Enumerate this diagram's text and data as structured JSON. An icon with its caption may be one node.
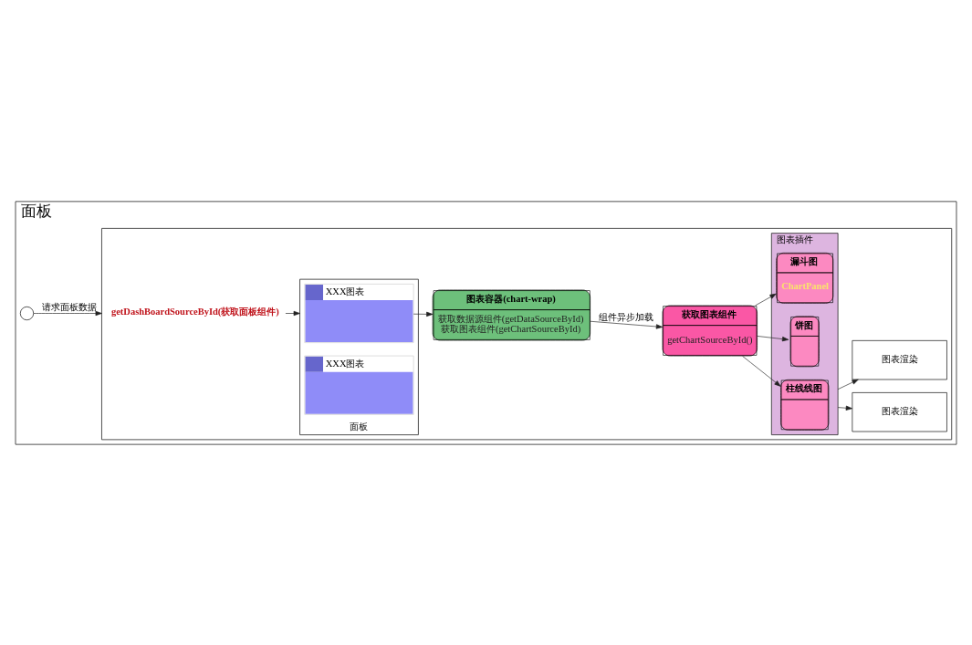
{
  "diagram": {
    "nodes": [
      {
        "text": [
          "面板"
        ]
      },
      {
        "text": [],
        "shape": "box",
        "in": 0
      },
      {
        "text": [],
        "shape": "person",
        "in": 0
      },
      {
        "text": [
          "getDashBoardSourceById(获取面板组件)"
        ],
        "in": 1
      },
      {
        "text": [
          "面板"
        ],
        "in": 1
      },
      {
        "text": [
          "XXX图表"
        ],
        "in": 4
      },
      {
        "text": [
          "XXX图表"
        ],
        "in": 4
      },
      {
        "text": [
          "图表容器(chart-wrap)",
          "获取数据源组件(getDataSourceById) 获取图表组件(getChartSourceById)"
        ],
        "in": 1
      },
      {
        "text": [
          "获取图表组件",
          "getChartSourceById()"
        ],
        "in": 1
      },
      {
        "text": [
          "图表插件"
        ],
        "in": 1
      },
      {
        "text": [
          "柱线线图"
        ],
        "in": 9
      },
      {
        "text": [
          "饼图"
        ],
        "in": 9
      },
      {
        "text": [
          "漏斗图",
          "ChartPanel"
        ],
        "in": 9
      },
      {
        "text": [
          "图表渲染"
        ],
        "in": 1
      },
      {
        "text": [
          "图表渲染"
        ],
        "in": 1
      }
    ],
    "edges": [
      {
        "from": 2,
        "to": 1,
        "arrow": "to",
        "label": "请求面板数据"
      },
      {
        "from": 3,
        "to": 4,
        "arrow": "to"
      },
      {
        "from": 5,
        "to": 7,
        "arrow": "to"
      },
      {
        "from": 7,
        "to": 8,
        "arrow": "to",
        "label": "组件异步加载"
      },
      {
        "from": 8,
        "to": 10,
        "arrow": "to"
      },
      {
        "from": 8,
        "to": 11,
        "arrow": "to"
      },
      {
        "from": 8,
        "to": 12,
        "arrow": "to"
      },
      {
        "from": 9,
        "to": 13,
        "arrow": "to"
      },
      {
        "from": 9,
        "to": 14,
        "arrow": "to"
      }
    ]
  }
}
